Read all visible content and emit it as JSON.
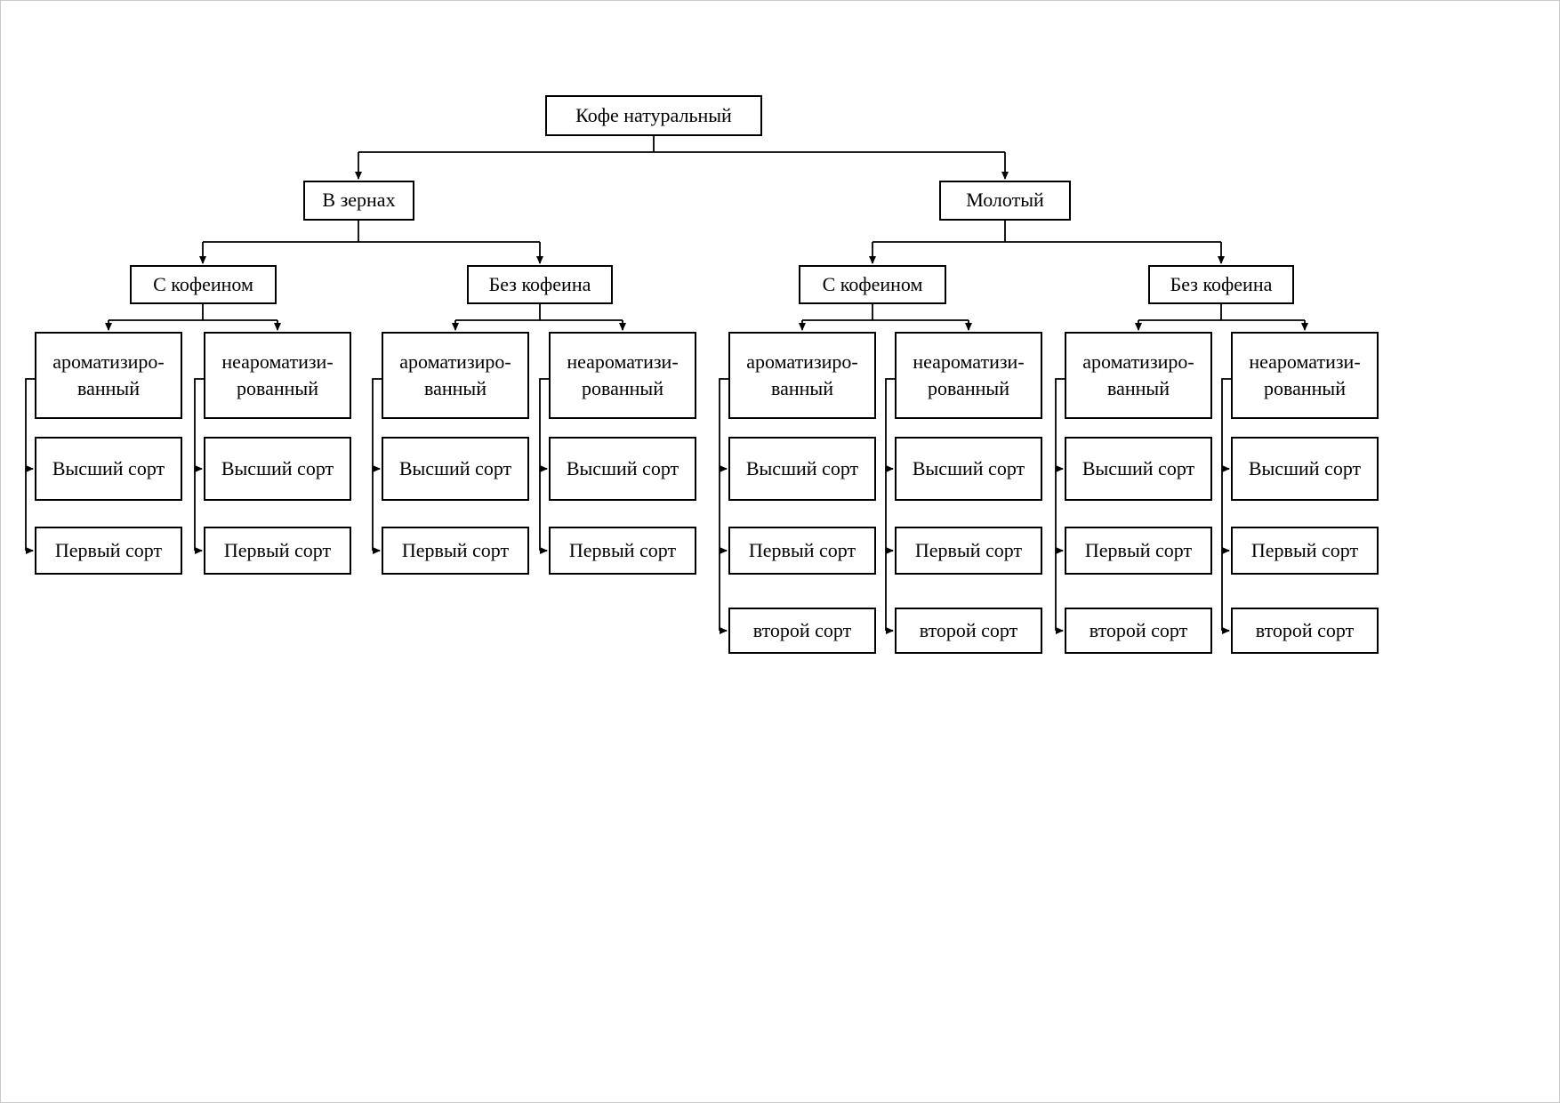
{
  "colors": {
    "line": "#000000",
    "box_border": "#000000",
    "background": "#ffffff"
  },
  "diagram": {
    "root": "Кофе натуральный",
    "children": [
      {
        "label": "В зернах",
        "children": [
          {
            "label": "С кофеином",
            "children": [
              {
                "label": "ароматизиро-\nванный",
                "grades": [
                  "Высший сорт",
                  "Первый сорт"
                ]
              },
              {
                "label": "неароматизи-\nрованный",
                "grades": [
                  "Высший сорт",
                  "Первый сорт"
                ]
              }
            ]
          },
          {
            "label": "Без кофеина",
            "children": [
              {
                "label": "ароматизиро-\nванный",
                "grades": [
                  "Высший сорт",
                  "Первый сорт"
                ]
              },
              {
                "label": "неароматизи-\nрованный",
                "grades": [
                  "Высший сорт",
                  "Первый сорт"
                ]
              }
            ]
          }
        ]
      },
      {
        "label": "Молотый",
        "children": [
          {
            "label": "С кофеином",
            "children": [
              {
                "label": "ароматизиро-\nванный",
                "grades": [
                  "Высший сорт",
                  "Первый сорт",
                  "второй сорт"
                ]
              },
              {
                "label": "неароматизи-\nрованный",
                "grades": [
                  "Высший сорт",
                  "Первый сорт",
                  "второй сорт"
                ]
              }
            ]
          },
          {
            "label": "Без кофеина",
            "children": [
              {
                "label": "ароматизиро-\nванный",
                "grades": [
                  "Высший сорт",
                  "Первый сорт",
                  "второй сорт"
                ]
              },
              {
                "label": "неароматизи-\nрованный",
                "grades": [
                  "Высший сорт",
                  "Первый сорт",
                  "второй сорт"
                ]
              }
            ]
          }
        ]
      }
    ]
  }
}
